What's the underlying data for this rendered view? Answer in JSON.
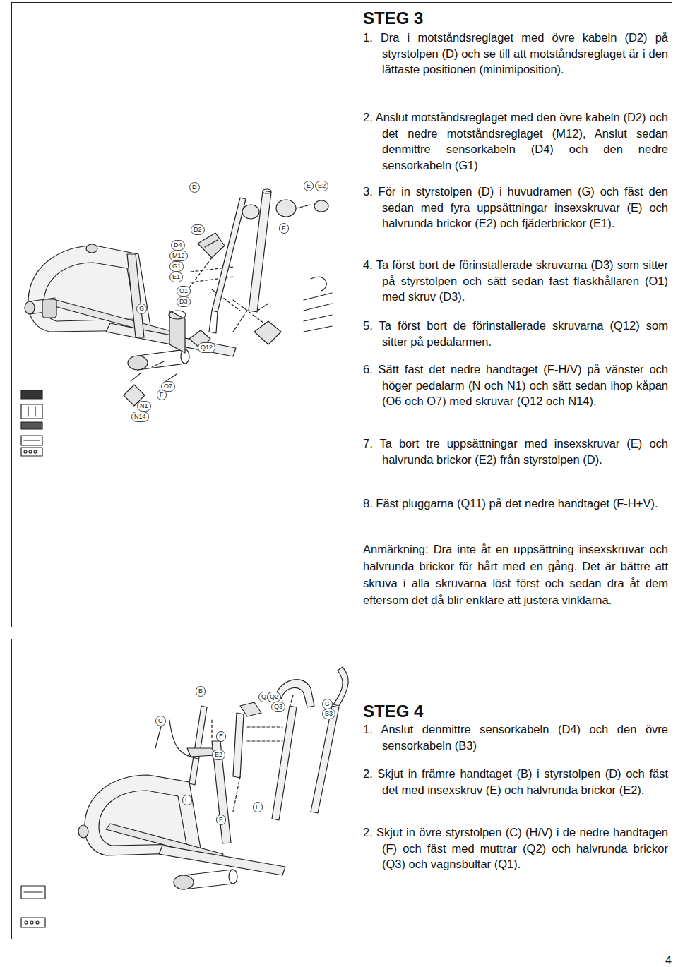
{
  "diagram": {
    "nodes": [
      {
        "text": [
          "STEG 3",
          "1. Dra i motståndsreglaget med övre kabeln (D2) på styrstolpen (D) och se till att motståndsreglaget är i den lättaste positionen (minimiposition).",
          "2. Anslut motståndsreglaget med den övre kabeln (D2) och det nedre motståndsreglaget (M12), Anslut sedan denmittre sensorkabeln (D4) och den nedre sensorkabeln (G1)",
          "3. För in styrstolpen (D) i huvudramen (G) och fäst den sedan med fyra uppsättningar insexskruvar (E) och halvrunda brickor (E2) och fjäderbrickor (E1).",
          "4. Ta först bort de förinstallerade skruvarna (D3) som sitter på styrstolpen och sätt sedan fast flaskhållaren (O1) med skruv (D3).",
          "5. Ta först bort de förinstallerade skruvarna (Q12) som sitter på pedalarmen.",
          "6. Sätt fast det nedre handtaget (F-H/V) på vänster och höger pedalarm (N och N1) och sätt sedan ihop kåpan (O6 och O7) med skruvar (Q12 och N14).",
          "7. Ta bort tre uppsättningar med insexskruvar (E) och halvrunda brickor (E2) från styrstolpen (D).",
          "8. Fäst pluggarna (Q11) på det nedre handtaget (F-H+V).",
          "Anmärkning: Dra inte åt en uppsättning insexskruvar och halvrunda brickor för hårt med en gång. Det är bättre att skruva i alla skruvarna löst först och sedan dra åt dem eftersom det då blir enklare att justera vinklarna."
        ]
      },
      {
        "text": [
          "STEG 4",
          "1. Anslut denmittre sensorkabeln (D4) och den övre sensorkabeln (B3)",
          "2. Skjut in främre handtaget (B) i styrstolpen (D) och fäst det med insexskruv (E) och halvrunda brickor (E2).",
          "2. Skjut in övre styrstolpen (C) (H/V) i de nedre handtagen (F) och fäst med muttrar (Q2) och halvrunda brickor (Q3) och vagnsbultar (Q1)."
        ]
      }
    ],
    "labels": [
      "D",
      "E",
      "E2",
      "F",
      "D2",
      "D4",
      "M12",
      "G1",
      "E1",
      "G",
      "O1",
      "D3",
      "Q12",
      "N14",
      "N1",
      "O7",
      "F",
      "B",
      "C",
      "C",
      "B3",
      "Q1",
      "Q2",
      "Q3",
      "E",
      "E2",
      "F",
      "F",
      "F",
      "4"
    ]
  }
}
